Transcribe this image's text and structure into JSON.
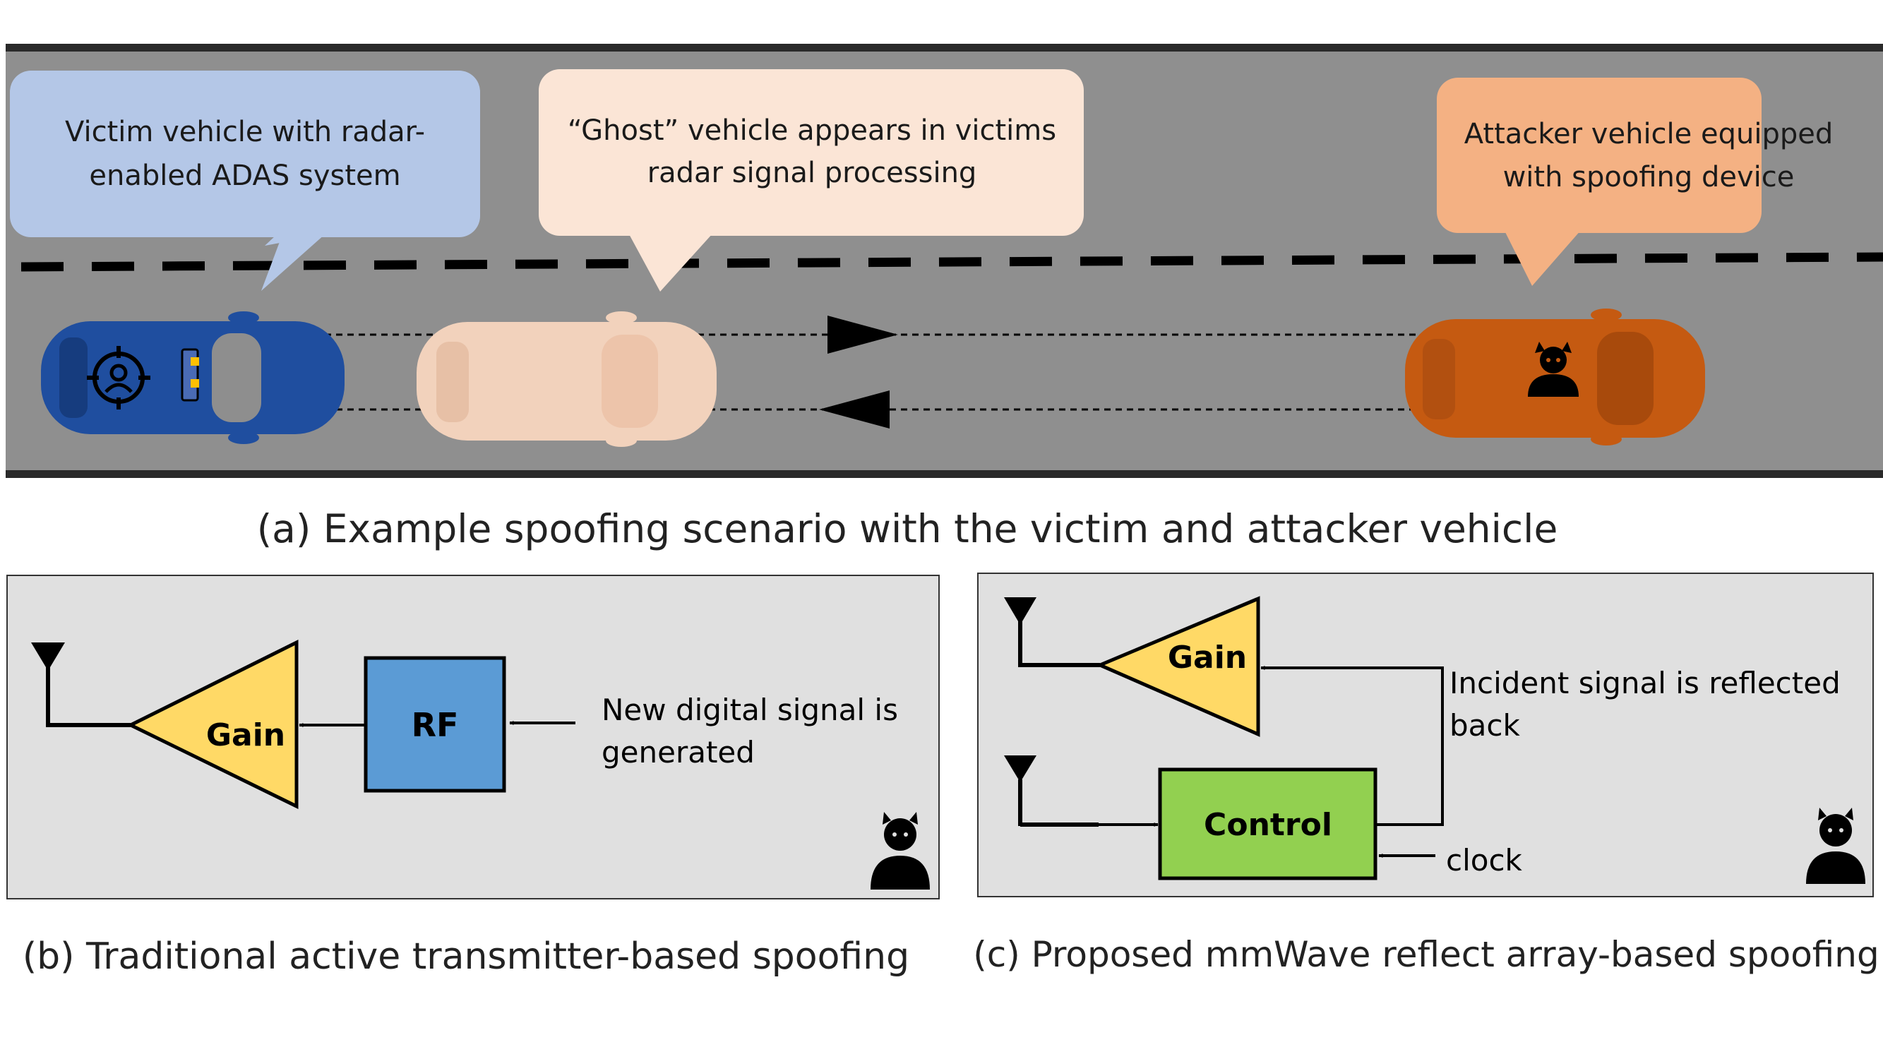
{
  "road": {
    "victim_callout": [
      "Victim vehicle with radar-",
      "enabled ADAS system"
    ],
    "ghost_callout": [
      "“Ghost” vehicle appears in victims",
      "radar signal processing"
    ],
    "attacker_callout": [
      "Attacker vehicle equipped",
      "with spoofing device"
    ],
    "caption": "(a) Example spoofing scenario with the victim and attacker vehicle",
    "colors": {
      "road": "#8f8f8f",
      "victim_car": "#1f4e9f",
      "ghost_car": "#f2d2bc",
      "attacker_car": "#c55a11"
    }
  },
  "panel_b": {
    "gain_label": "Gain",
    "rf_label": "RF",
    "note": [
      "New digital signal is",
      "generated"
    ],
    "caption": "(b) Traditional active transmitter-based spoofing",
    "colors": {
      "gain": "#ffd966",
      "rf": "#5b9bd5",
      "panel": "#e0e0e0"
    }
  },
  "panel_c": {
    "gain_label": "Gain",
    "control_label": "Control",
    "note": [
      "Incident signal is reflected",
      "back"
    ],
    "clock_label": "clock",
    "caption": "(c) Proposed mmWave reflect array-based spoofing",
    "colors": {
      "gain": "#ffd966",
      "control": "#92d050",
      "panel": "#e0e0e0"
    }
  },
  "icons": [
    "target-icon",
    "attacker-person-icon",
    "antenna-icon",
    "devil-person-icon"
  ]
}
